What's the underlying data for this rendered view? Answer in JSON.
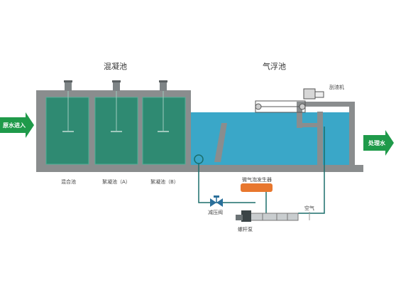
{
  "sections": {
    "coagulation": "混凝池",
    "flotation": "气浮池"
  },
  "tanks": {
    "mixing": "混合池",
    "floc_a": "絮凝池（A）",
    "floc_b": "絮凝池（B）"
  },
  "equipment": {
    "scraper": "刮渣机",
    "microbubble": "微气泡发生器",
    "valve": "减压阀",
    "air": "空气",
    "pump": "螺杆泵"
  },
  "flows": {
    "inlet": "原水进入",
    "outlet": "处理水"
  },
  "colors": {
    "green_water": "#2f8a72",
    "blue_water": "#3aa7c8",
    "concrete": "#8a8d8e",
    "arrow_green": "#1f9a4a",
    "pipe": "#1b6e6b",
    "generator": "#e8772e"
  }
}
